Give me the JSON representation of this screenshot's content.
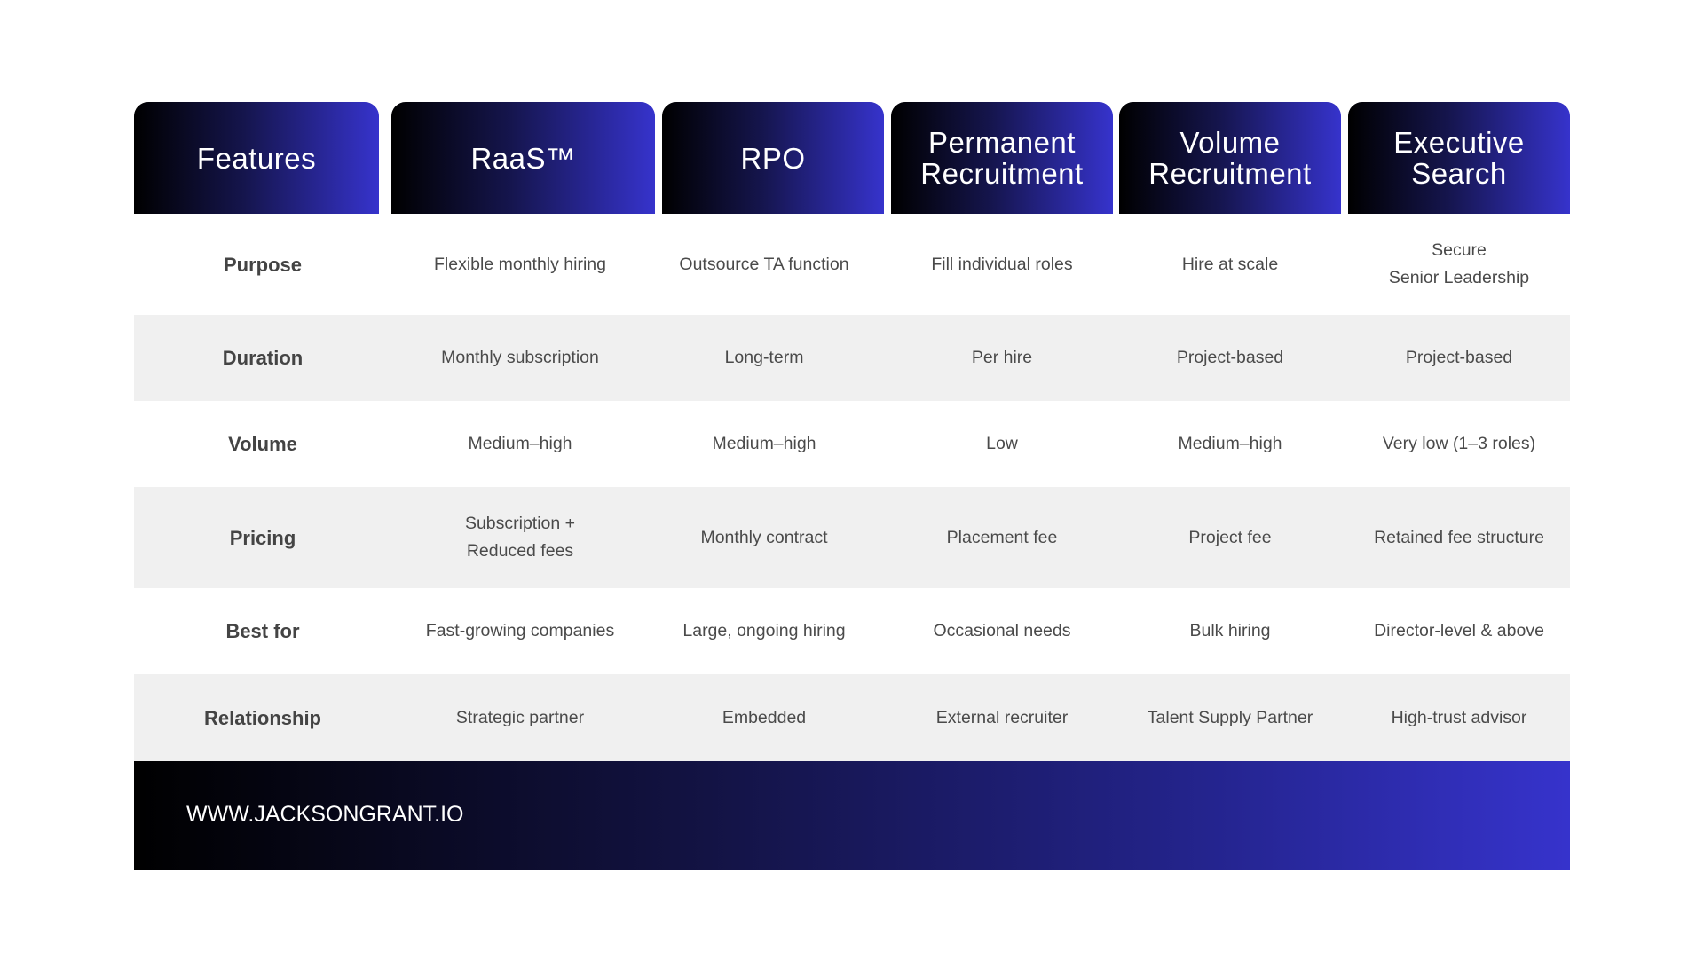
{
  "headers": [
    "Features",
    "RaaS™",
    "RPO",
    "Permanent\nRecruitment",
    "Volume\nRecruitment",
    "Executive\nSearch"
  ],
  "rows": [
    {
      "label": "Purpose",
      "cells": [
        "Flexible monthly hiring",
        "Outsource TA function",
        "Fill individual roles",
        "Hire at scale",
        "Secure\nSenior Leadership"
      ]
    },
    {
      "label": "Duration",
      "cells": [
        "Monthly subscription",
        "Long-term",
        "Per hire",
        "Project-based",
        "Project-based"
      ]
    },
    {
      "label": "Volume",
      "cells": [
        "Medium–high",
        "Medium–high",
        "Low",
        "Medium–high",
        "Very low (1–3 roles)"
      ]
    },
    {
      "label": "Pricing",
      "cells": [
        "Subscription +\nReduced fees",
        "Monthly contract",
        "Placement fee",
        "Project fee",
        "Retained fee structure"
      ]
    },
    {
      "label": "Best for",
      "cells": [
        "Fast-growing companies",
        "Large, ongoing hiring",
        "Occasional needs",
        "Bulk hiring",
        "Director-level & above"
      ]
    },
    {
      "label": "Relationship",
      "cells": [
        "Strategic partner",
        "Embedded",
        "External recruiter",
        "Talent Supply Partner",
        "High-trust advisor"
      ]
    }
  ],
  "footer": {
    "website": "WWW.JACKSONGRANT.IO"
  },
  "colors": {
    "gradient_start": "#000000",
    "gradient_end": "#3633cc",
    "alt_row": "#f0f0f0"
  }
}
